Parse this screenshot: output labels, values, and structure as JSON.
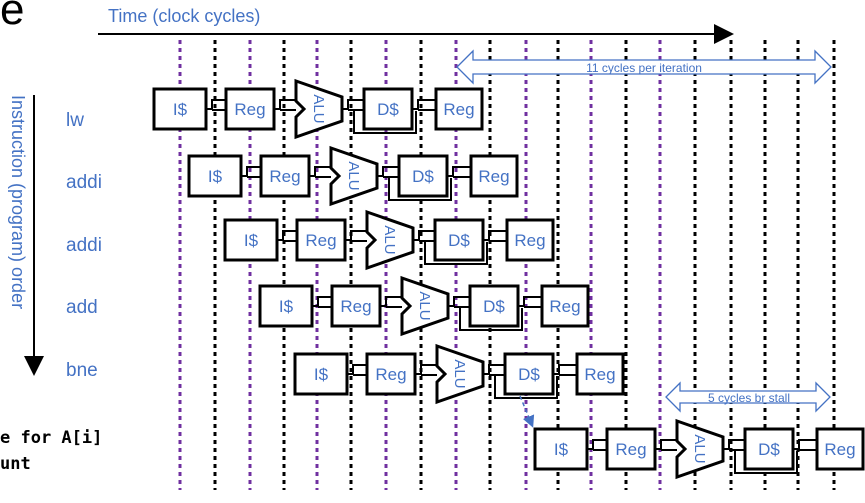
{
  "title_fragment": "e",
  "time_axis": {
    "label": "Time (clock cycles)"
  },
  "order_axis": {
    "label": "Instruction (program) order"
  },
  "instructions": [
    {
      "label": "lw"
    },
    {
      "label": "addi"
    },
    {
      "label": "addi"
    },
    {
      "label": "add"
    },
    {
      "label": "bne"
    }
  ],
  "stages": {
    "fetch": "I$",
    "decode": "Reg",
    "alu": "ALU",
    "mem": "D$",
    "writeback": "Reg"
  },
  "annotations": {
    "iteration": "11 cycles per iteration",
    "branch_stall": "5 cycles br stall"
  },
  "code_fragments": {
    "line1": "e for A[i]",
    "line2": "unt"
  },
  "colors": {
    "accent": "#4472c4",
    "divider_black": "#000000",
    "divider_purple": "#7030a0",
    "arrow_gray": "#7f7f7f"
  }
}
